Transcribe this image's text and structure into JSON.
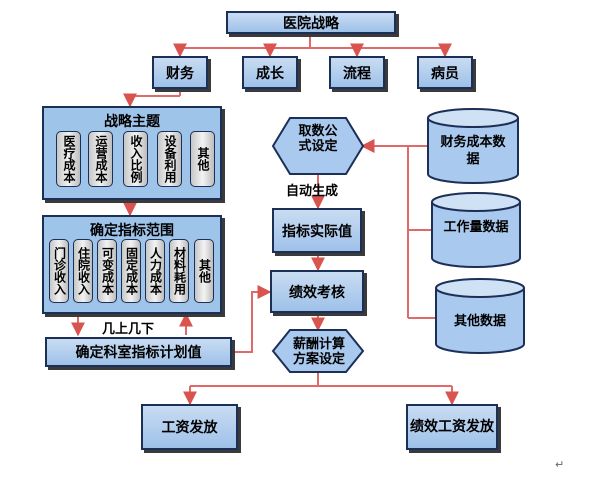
{
  "top": "医院战略",
  "perspectives": [
    "财务",
    "成长",
    "流程",
    "病员"
  ],
  "strategy": {
    "title": "战略主题",
    "items": [
      "医疗成本",
      "运营成本",
      "收入比例",
      "设备利用",
      "其他"
    ]
  },
  "indicators": {
    "title": "确定指标范围",
    "items": [
      "门诊收入",
      "住院收入",
      "可变成本",
      "固定成本",
      "人力成本",
      "材料耗用",
      "其他"
    ]
  },
  "up_down": "几上几下",
  "plan_value": "确定科室指标计划值",
  "formula": "取数公式设定",
  "auto_gen": "自动生成",
  "actual": "指标实际值",
  "assessment": "绩效考核",
  "salary_plan": "薪酬计算方案设定",
  "outputs": [
    "工资发放",
    "绩效工资发放"
  ],
  "databases": [
    "财务成本数据",
    "工作量数据",
    "其他数据"
  ],
  "footer_mark": "↵"
}
